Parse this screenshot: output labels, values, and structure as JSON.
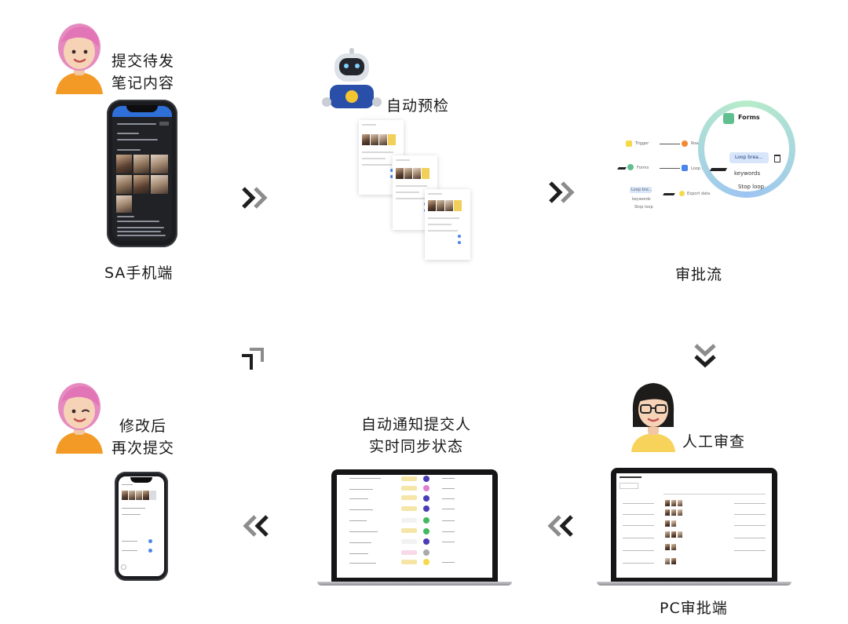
{
  "steps": {
    "submit": {
      "caption_line1": "提交待发",
      "caption_line2": "笔记内容",
      "device_label": "SA手机端"
    },
    "precheck": {
      "caption": "自动预检"
    },
    "approval_flow": {
      "caption": "审批流",
      "nodes": {
        "forms": "Forms",
        "loop_break": "Loop brea...",
        "keywords": "keywords",
        "stop_loop": "Stop loop",
        "trigger": "Trigger",
        "forms_small": "Forms",
        "loop_small": "Loop bre...",
        "keywords_small": "keywords",
        "stop_small": "Stop loop",
        "export_data": "Export data",
        "loop_de": "Loop de...",
        "row": "Row"
      }
    },
    "manual_review": {
      "caption": "人工审查",
      "device_label": "PC审批端"
    },
    "notify": {
      "caption_line1": "自动通知提交人",
      "caption_line2": "实时同步状态"
    },
    "resubmit": {
      "caption_line1": "修改后",
      "caption_line2": "再次提交"
    }
  },
  "colors": {
    "accent_green": "#5fbf8e",
    "ring_start": "#b7ecc9",
    "ring_end": "#9cc4f2",
    "node_yellow": "#f6d94a",
    "node_orange": "#f08a34",
    "node_blue": "#4a86e8",
    "arrow_dark": "#1e1e1e",
    "arrow_light": "#8c8c8c"
  },
  "icons": {
    "submit_avatar": "pink-hair-woman-avatar",
    "precheck_avatar": "robot-avatar",
    "review_avatar": "glasses-woman-avatar",
    "resubmit_avatar": "pink-hair-woman-winking-avatar"
  }
}
